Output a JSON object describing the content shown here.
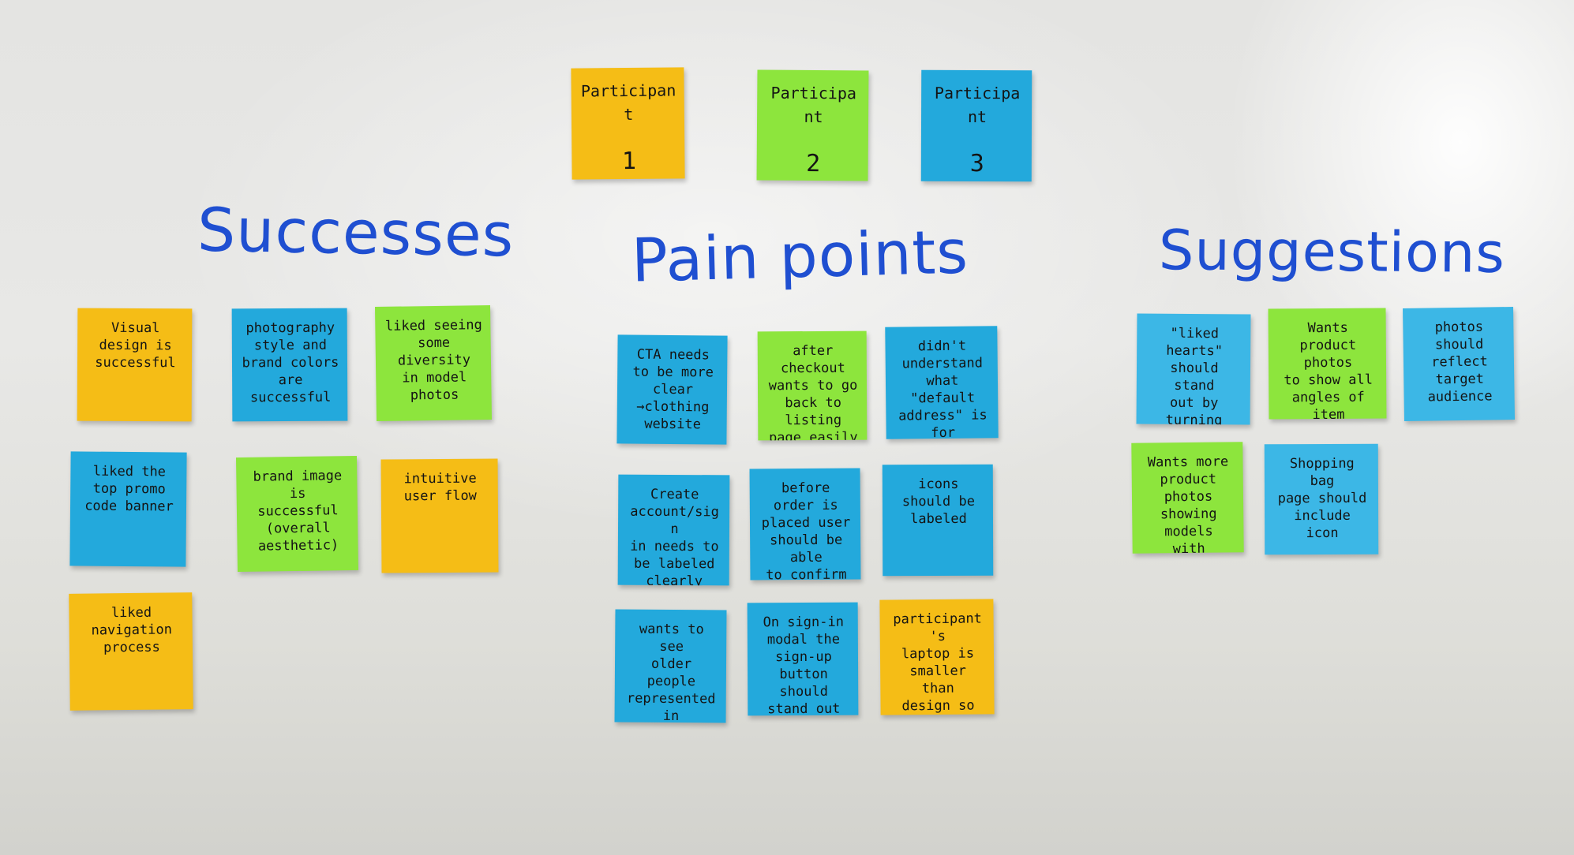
{
  "participants": [
    {
      "label": "Participant",
      "number": "1",
      "color": "#f5bd16"
    },
    {
      "label": "Participant",
      "number": "2",
      "color": "#8de53d"
    },
    {
      "label": "Participant",
      "number": "3",
      "color": "#23a9dc"
    }
  ],
  "headings": {
    "successes": "Successes",
    "pain_points": "Pain points",
    "suggestions": "Suggestions"
  },
  "successes": [
    "Visual\ndesign is\nsuccessful",
    "photography\nstyle and\nbrand colors\nare successful",
    "liked seeing\nsome diversity\nin model\nphotos",
    "liked the\ntop promo\ncode banner",
    "brand image\nis successful\n(overall\naesthetic)",
    "intuitive\nuser flow",
    "liked\nnavigation\nprocess"
  ],
  "pain_points": [
    "CTA needs\nto be more\nclear →clothing\nwebsite",
    "after checkout\nwants to go\nback to listing\npage easily",
    "didn't\nunderstand\nwhat \"default\naddress\" is\nfor",
    "Create\naccount/sign\nin needs to\nbe labeled\nclearly",
    "before order is\nplaced user\nshould be able\nto confirm\nshipping\naddress",
    "icons\nshould be\nlabeled",
    "wants to see\nolder people\nrepresented in\nproduct\nphotography",
    "On sign-in\nmodal the\nsign-up\nbutton should\nstand out\nmore",
    "participant's\nlaptop is\nsmaller than\ndesign so they\nhad to scroll\nsideways"
  ],
  "suggestions": [
    "\"liked hearts\"\nshould stand\nout by turning\npink when\nclicked",
    "Wants\nproduct photos\nto show all\nangles of\nitem",
    "photos\nshould\nreflect target\naudience",
    "Wants more\nproduct photos\nshowing models\nwith different\nbody types/sizes",
    "Shopping bag\npage should\ninclude icon"
  ],
  "colors": {
    "heading_ink": "#1f4fd1",
    "yellow_note": "#f5bd16",
    "green_note": "#8de53d",
    "blue_note": "#23a9dc"
  }
}
